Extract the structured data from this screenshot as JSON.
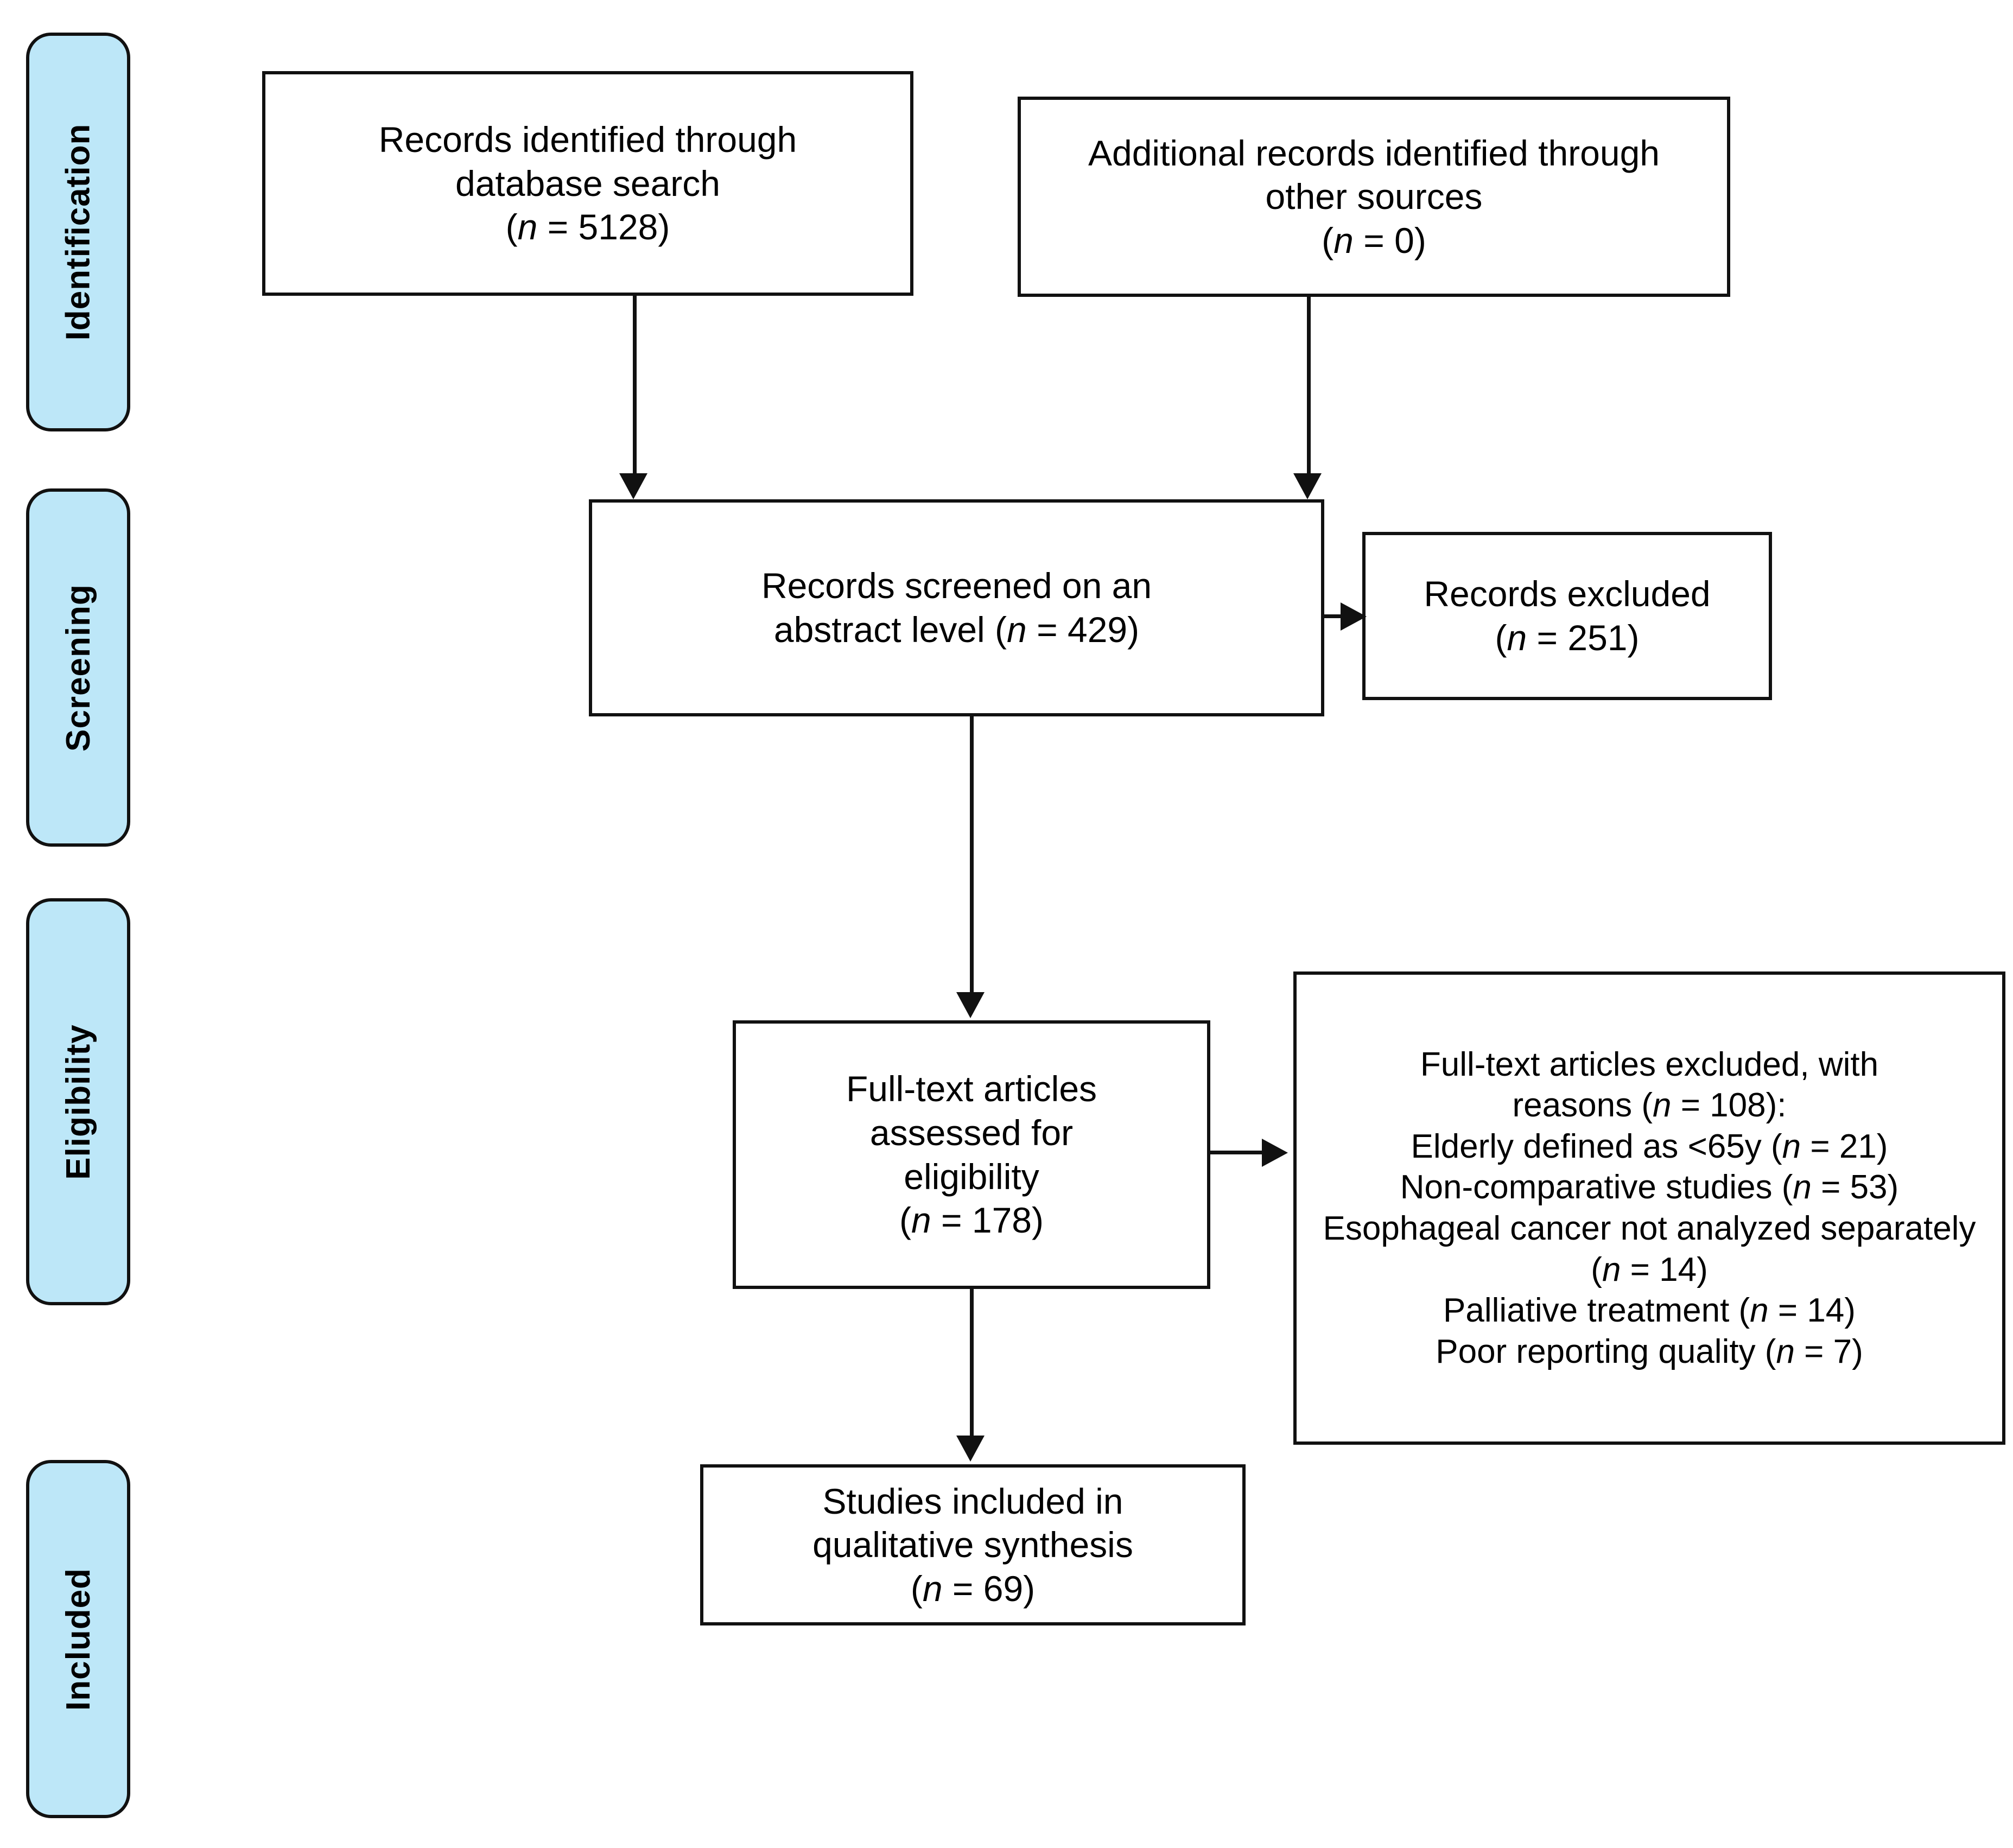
{
  "diagram": {
    "type": "prisma-flow-diagram",
    "accent_blue": "#bde7f8",
    "line_color": "#111111",
    "background": "#ffffff"
  },
  "stages": [
    {
      "id": "identification",
      "label": "Identification"
    },
    {
      "id": "screening",
      "label": "Screening"
    },
    {
      "id": "eligibility",
      "label": "Eligibility"
    },
    {
      "id": "included",
      "label": "Included"
    }
  ],
  "boxes": {
    "records_database": {
      "line1": "Records identified through",
      "line2": "database search",
      "n_prefix": "(",
      "n_symbol": "n",
      "n_eq": " = ",
      "n_value": "5128",
      "n_suffix": ")"
    },
    "records_other": {
      "line1": "Additional records identified through",
      "line2": "other sources",
      "n_prefix": "(",
      "n_symbol": "n",
      "n_eq": " = ",
      "n_value": "0",
      "n_suffix": ")"
    },
    "records_screened": {
      "line1": "Records screened on an",
      "line2_pre": "abstract level (",
      "n_symbol": "n",
      "n_eq": " = ",
      "n_value": "429",
      "n_suffix": ")"
    },
    "records_excluded": {
      "line1": "Records excluded",
      "n_prefix": "(",
      "n_symbol": "n",
      "n_eq": " = ",
      "n_value": "251",
      "n_suffix": ")"
    },
    "fulltext_assessed": {
      "line1": "Full-text articles",
      "line2": "assessed for",
      "line3": "eligibility",
      "n_prefix": "(",
      "n_symbol": "n",
      "n_eq": " = ",
      "n_value": "178",
      "n_suffix": ")"
    },
    "fulltext_excluded": {
      "heading_line1": "Full-text articles excluded, with",
      "heading_line2_pre": "reasons (",
      "heading_n_symbol": "n",
      "heading_n_eq": " = ",
      "heading_n_value": "108",
      "heading_suffix": "):",
      "reasons": [
        {
          "text_pre": "Elderly defined as <65y (",
          "n_symbol": "n",
          "n_eq": " = ",
          "n_value": "21",
          "n_suffix": ")"
        },
        {
          "text_pre": "Non-comparative studies (",
          "n_symbol": "n",
          "n_eq": " = ",
          "n_value": "53",
          "n_suffix": ")"
        },
        {
          "text_pre": "Esophageal cancer not analyzed separately (",
          "n_symbol": "n",
          "n_eq": " = ",
          "n_value": "14",
          "n_suffix": ")"
        },
        {
          "text_pre": "Palliative treatment (",
          "n_symbol": "n",
          "n_eq": " = ",
          "n_value": "14",
          "n_suffix": ")"
        },
        {
          "text_pre": "Poor reporting quality (",
          "n_symbol": "n",
          "n_eq": " = ",
          "n_value": "7",
          "n_suffix": ")"
        }
      ]
    },
    "studies_included": {
      "line1": "Studies included in",
      "line2": "qualitative synthesis",
      "n_prefix": "(",
      "n_symbol": "n",
      "n_eq": " = ",
      "n_value": "69",
      "n_suffix": ")"
    }
  }
}
